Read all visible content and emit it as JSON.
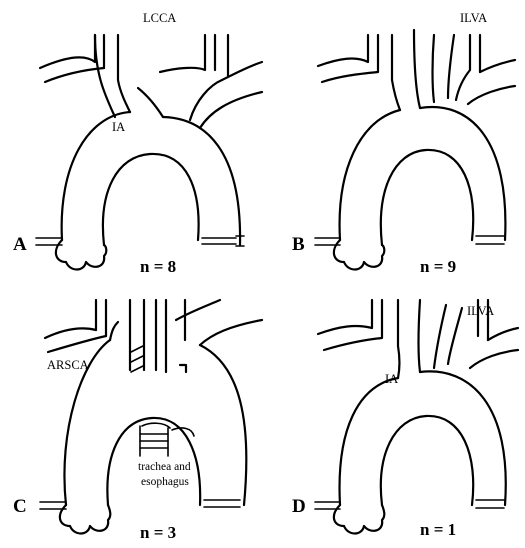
{
  "panels": [
    {
      "letter": "A",
      "count": "n = 8",
      "labels": {
        "lcca": "LCCA",
        "ia": "IA"
      }
    },
    {
      "letter": "B",
      "count": "n = 9",
      "labels": {
        "ilva": "ILVA"
      }
    },
    {
      "letter": "C",
      "count": "n = 3",
      "labels": {
        "arsca": "ARSCA",
        "trachea": "trachea and",
        "esophagus": "esophagus"
      }
    },
    {
      "letter": "D",
      "count": "n = 1",
      "labels": {
        "ilva": "ILVA",
        "ia": "IA"
      }
    }
  ]
}
